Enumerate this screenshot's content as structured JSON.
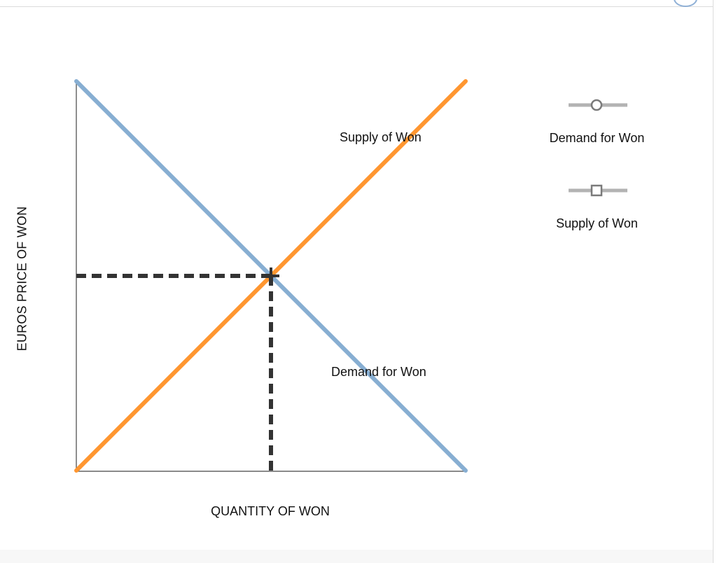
{
  "chart_data": {
    "type": "line",
    "xlabel": "QUANTITY OF WON",
    "ylabel": "EUROS PRICE OF WON",
    "xlim": [
      0,
      100
    ],
    "ylim": [
      0,
      100
    ],
    "series": [
      {
        "name": "Demand for Won",
        "color": "#87aed2",
        "marker": "circle",
        "x": [
          0,
          100
        ],
        "y": [
          100,
          0
        ]
      },
      {
        "name": "Supply of Won",
        "color": "#ff9630",
        "marker": "square",
        "x": [
          0,
          100
        ],
        "y": [
          0,
          100
        ]
      }
    ],
    "equilibrium": {
      "x": 50,
      "y": 50,
      "marker": "cross",
      "color": "#333333"
    },
    "curve_labels": {
      "supply": "Supply of Won",
      "demand": "Demand for Won"
    },
    "legend": {
      "placement": "right",
      "items": [
        {
          "label": "Demand for Won",
          "marker": "circle"
        },
        {
          "label": "Supply of Won",
          "marker": "square"
        }
      ]
    },
    "grid": false
  }
}
